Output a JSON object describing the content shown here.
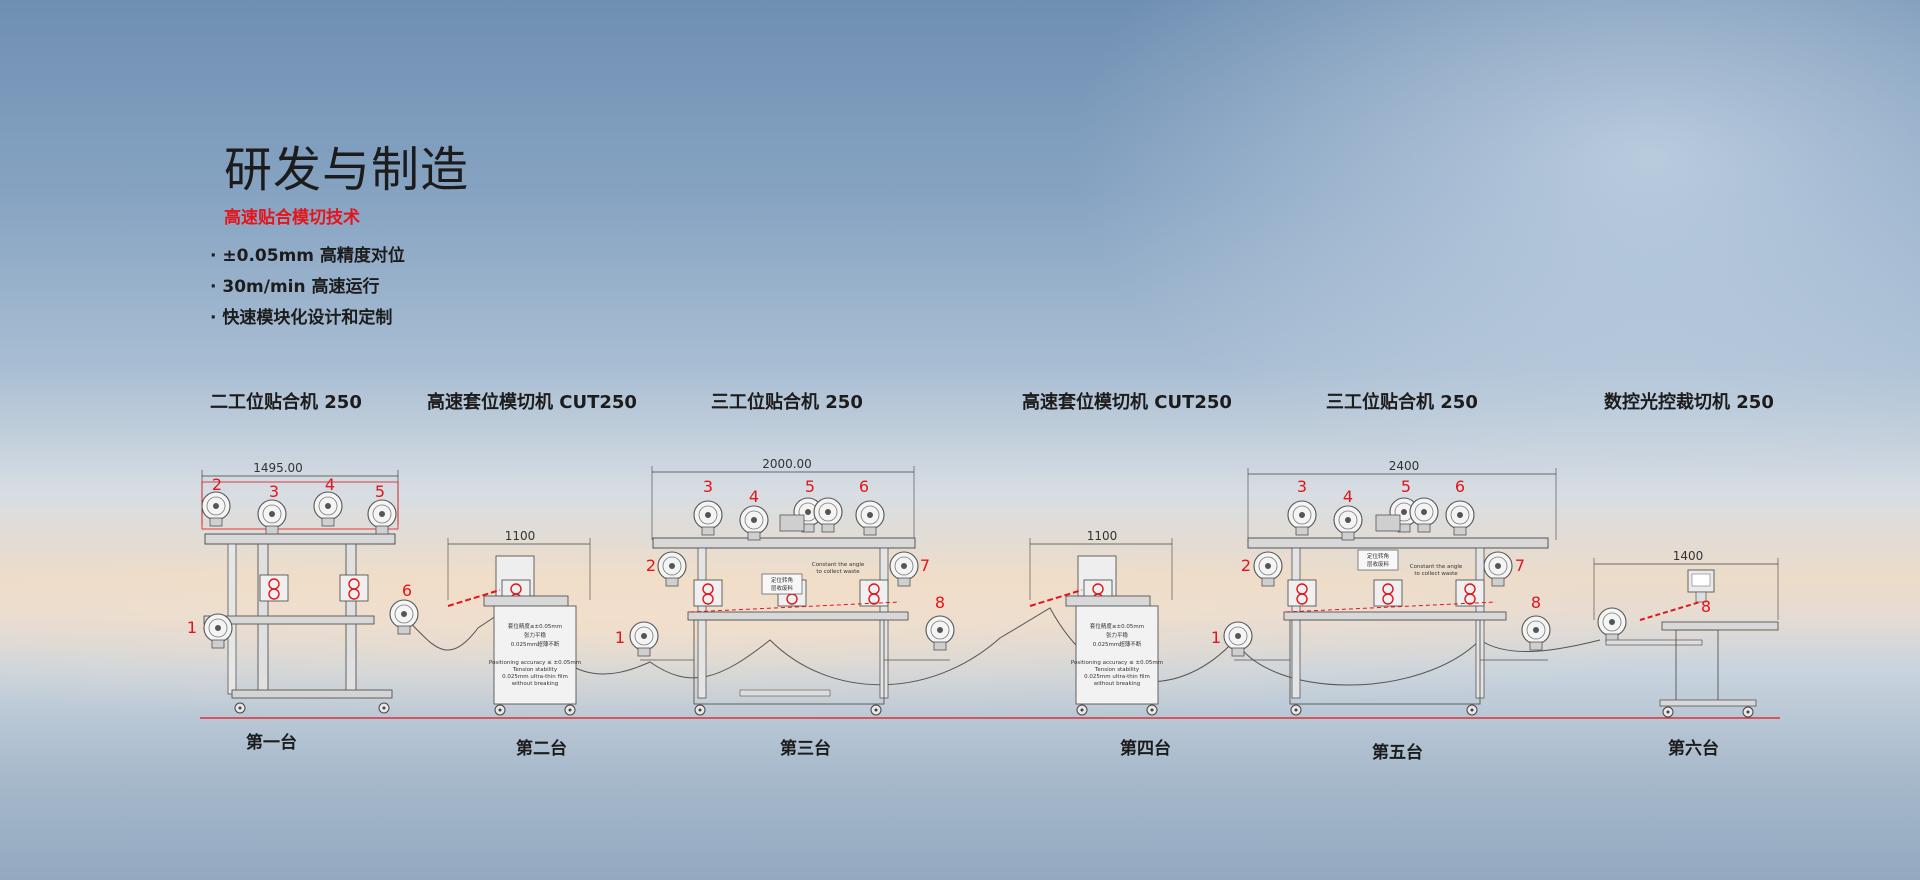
{
  "heading": {
    "title": "研发与制造",
    "subtitle": "高速贴合模切技术",
    "bullets": [
      "· ±0.05mm 高精度对位",
      "· 30m/min 高速运行",
      "· 快速模块化设计和定制"
    ]
  },
  "machines": [
    {
      "name": "二工位贴合机 250",
      "stage": "第一台",
      "dimension": "1495.00",
      "numbers": [
        "1",
        "2",
        "3",
        "4",
        "5",
        "6"
      ]
    },
    {
      "name": "高速套位模切机 CUT250",
      "stage": "第二台",
      "dimension": "1100",
      "notes": [
        "套位精度≤±0.05mm",
        "张力平稳",
        "0.025mm超薄不断",
        "Positioning accuracy ≤ ±0.05mm",
        "Tension stability",
        "0.025mm ultra-thin film",
        "without breaking"
      ]
    },
    {
      "name": "三工位贴合机 250",
      "stage": "第三台",
      "dimension": "2000.00",
      "numbers": [
        "1",
        "2",
        "3",
        "4",
        "5",
        "6",
        "7",
        "8"
      ],
      "notes": [
        "定位转角",
        "层收废料",
        "Constant the angle",
        "to collect waste"
      ]
    },
    {
      "name": "高速套位模切机 CUT250",
      "stage": "第四台",
      "dimension": "1100",
      "notes": [
        "套位精度≤±0.05mm",
        "张力平稳",
        "0.025mm超薄不断",
        "Positioning accuracy ≤ ±0.05mm",
        "Tension stability",
        "0.025mm ultra-thin film",
        "without breaking"
      ]
    },
    {
      "name": "三工位贴合机 250",
      "stage": "第五台",
      "dimension": "2400",
      "numbers": [
        "1",
        "2",
        "3",
        "4",
        "5",
        "6",
        "7",
        "8"
      ],
      "notes": [
        "定位转角",
        "层收废料",
        "Constant the angle",
        "to collect waste"
      ]
    },
    {
      "name": "数控光控裁切机 250",
      "stage": "第六台",
      "dimension": "1400",
      "numbers": [
        "8"
      ]
    }
  ],
  "colors": {
    "accent": "#e4141b",
    "text": "#1c1c1c",
    "line": "#555555"
  }
}
